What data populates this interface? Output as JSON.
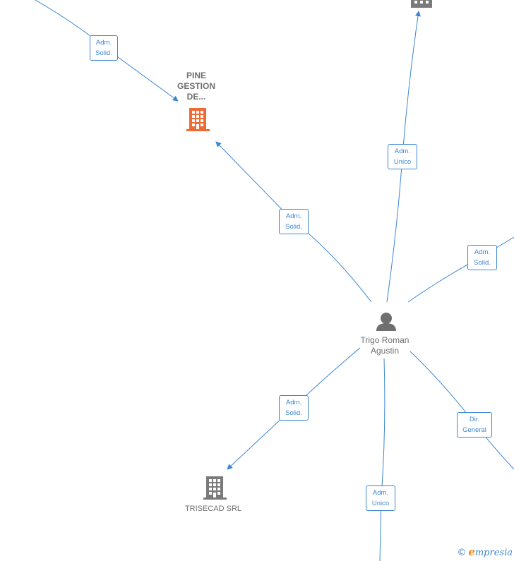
{
  "colors": {
    "edge": "#3a86d4",
    "company_highlight": "#f06a35",
    "company": "#7a7a7a",
    "person": "#6f6f6f"
  },
  "nodes": {
    "pine_gestion": {
      "label_lines": [
        "PINE",
        "GESTION",
        "DE..."
      ],
      "icon": "building-icon"
    },
    "trigo_roman": {
      "label_lines": [
        "Trigo Roman",
        "Agustin"
      ],
      "icon": "person-icon"
    },
    "trisecad": {
      "label": "TRISECAD SRL",
      "icon": "building-icon"
    },
    "top_company": {
      "icon": "building-icon"
    }
  },
  "edges": {
    "edge_top_left": {
      "line1": "Adm.",
      "line2": "Solid."
    },
    "edge_pine": {
      "line1": "Adm.",
      "line2": "Solid."
    },
    "edge_top_company": {
      "line1": "Adm.",
      "line2": "Unico"
    },
    "edge_right_upper": {
      "line1": "Adm.",
      "line2": "Solid."
    },
    "edge_trisecad": {
      "line1": "Adm.",
      "line2": "Solid."
    },
    "edge_right_lower": {
      "line1": "Dir.",
      "line2": "General"
    },
    "edge_bottom": {
      "line1": "Adm.",
      "line2": "Unico"
    }
  },
  "brand": {
    "copyright": "©",
    "initial": "e",
    "name": "mpresia"
  }
}
